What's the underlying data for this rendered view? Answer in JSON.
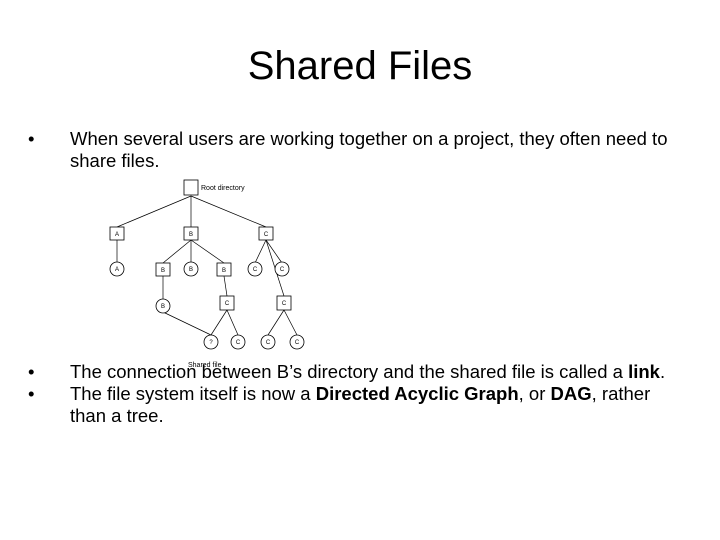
{
  "slide": {
    "title": "Shared Files",
    "bullets_top": [
      {
        "marker": "•",
        "text": "When several users are working together on a project, they often need to share files."
      }
    ],
    "bullets_bottom": [
      {
        "marker": "•",
        "parts": [
          "The connection between B’s directory and the shared file is called a ",
          "link",
          "."
        ]
      },
      {
        "marker": "•",
        "parts": [
          "The file system itself is now a ",
          "Directed Acyclic Graph",
          ", or ",
          "DAG",
          ", rather than a tree."
        ]
      }
    ]
  },
  "figure": {
    "root_label": "Root directory",
    "shared_label": "Shared file",
    "nodes": {
      "dir_a": "A",
      "dir_b": "B",
      "dir_c": "C",
      "file_a": "A",
      "file_b1": "B",
      "file_b2": "B",
      "dir_b2": "B",
      "file_c1": "C",
      "file_c2": "C",
      "file_b3": "B",
      "dir_c2": "C",
      "dir_c3": "C",
      "shared": "?",
      "file_c3": "C",
      "file_c4": "C",
      "file_c5": "C"
    }
  }
}
